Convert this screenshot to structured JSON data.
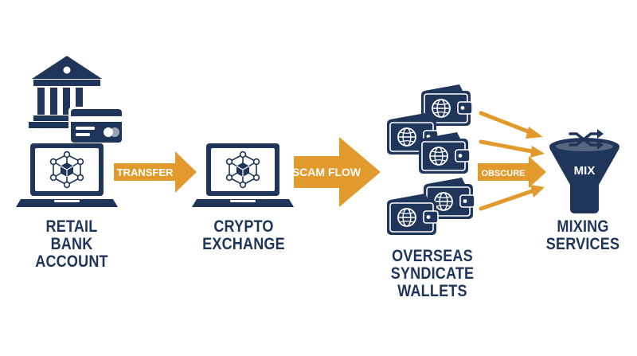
{
  "colors": {
    "navy": "#1f3559",
    "accent": "#e39a2d",
    "white": "#ffffff"
  },
  "icons": [
    "bank-icon",
    "credit-card-icon",
    "laptop-blockchain-icon",
    "wallet-globe-icon",
    "shuffle-icon",
    "funnel-icon"
  ],
  "nodes": {
    "retail_bank": {
      "line1": "RETAIL BANK",
      "line2": "ACCOUNT"
    },
    "crypto_exchange": {
      "line1": "CRYPTO",
      "line2": "EXCHANGE"
    },
    "overseas_wallets": {
      "line1": "OVERSEAS",
      "line2": "SYNDICATE",
      "line3": "WALLETS"
    },
    "mixing_services": {
      "line1": "MIXING",
      "line2": "SERVICES",
      "funnel_label": "MIX"
    }
  },
  "arrows": {
    "transfer": "TRANSFER",
    "scam_flow": "SCAM FLOW",
    "obscure": "OBSCURE"
  }
}
